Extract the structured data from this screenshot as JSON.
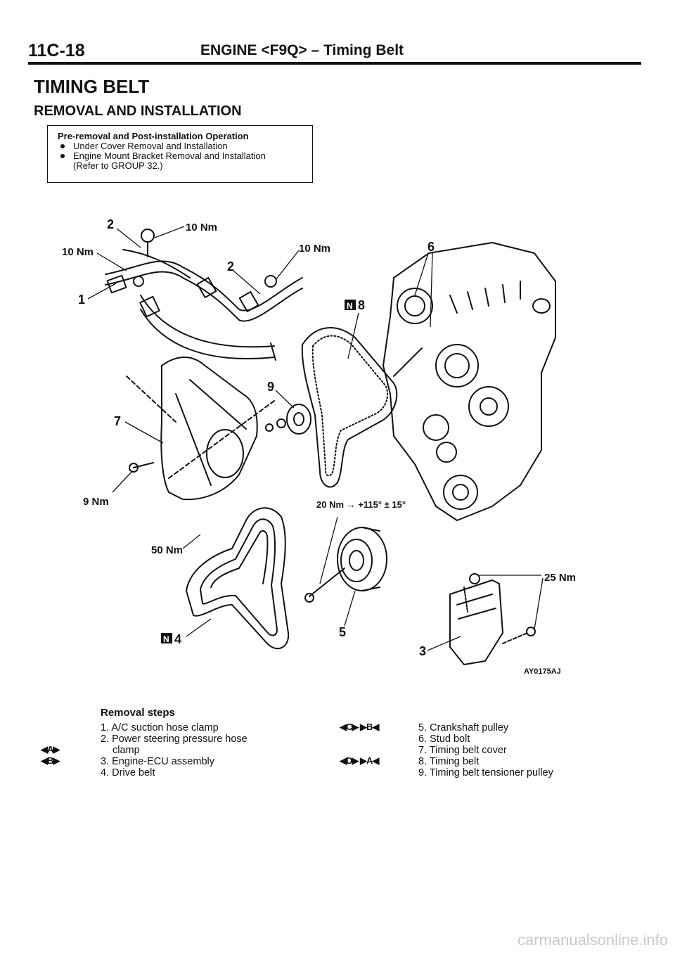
{
  "header": {
    "page_number": "11C-18",
    "running_title": "ENGINE <F9Q> – Timing Belt"
  },
  "title": "TIMING BELT",
  "subtitle": "REMOVAL AND INSTALLATION",
  "operation_box": {
    "heading": "Pre-removal and Post-installation Operation",
    "items": [
      "Under Cover Removal and Installation",
      "Engine Mount Bracket Removal and Installation"
    ],
    "note": "(Refer to GROUP 32.)"
  },
  "diagram": {
    "labels": {
      "n1": "1",
      "n2a": "2",
      "n2b": "2",
      "n3": "3",
      "n4": "4",
      "n5": "5",
      "n6": "6",
      "n7": "7",
      "n8": "8",
      "n9": "9",
      "t10a": "10 Nm",
      "t10b": "10 Nm",
      "t10c": "10 Nm",
      "t9": "9 Nm",
      "t50": "50 Nm",
      "t25": "25 Nm",
      "t20": "20 Nm → +115° ± 15°",
      "new_mark": "N",
      "code": "AY0175AJ"
    }
  },
  "removal_steps": {
    "heading": "Removal steps",
    "left": [
      {
        "marker": "",
        "lines": [
          "1. A/C suction hose clamp"
        ]
      },
      {
        "marker": "",
        "lines": [
          "2. Power steering pressure hose",
          "clamp"
        ]
      },
      {
        "marker": "◀A▶",
        "lines": [
          "3. Engine-ECU assembly"
        ]
      },
      {
        "marker": "◀B▶",
        "lines": [
          "4. Drive belt"
        ]
      }
    ],
    "right": [
      {
        "marker": "◀C▶ ▶B◀",
        "lines": [
          "5. Crankshaft pulley"
        ]
      },
      {
        "marker": "",
        "lines": [
          "6. Stud bolt"
        ]
      },
      {
        "marker": "",
        "lines": [
          "7. Timing belt cover"
        ]
      },
      {
        "marker": "◀D▶ ▶A◀",
        "lines": [
          "8. Timing belt"
        ]
      },
      {
        "marker": "",
        "lines": [
          "9. Timing belt tensioner pulley"
        ]
      }
    ]
  },
  "footer": {
    "watermark": "carmanualsonline.info"
  }
}
